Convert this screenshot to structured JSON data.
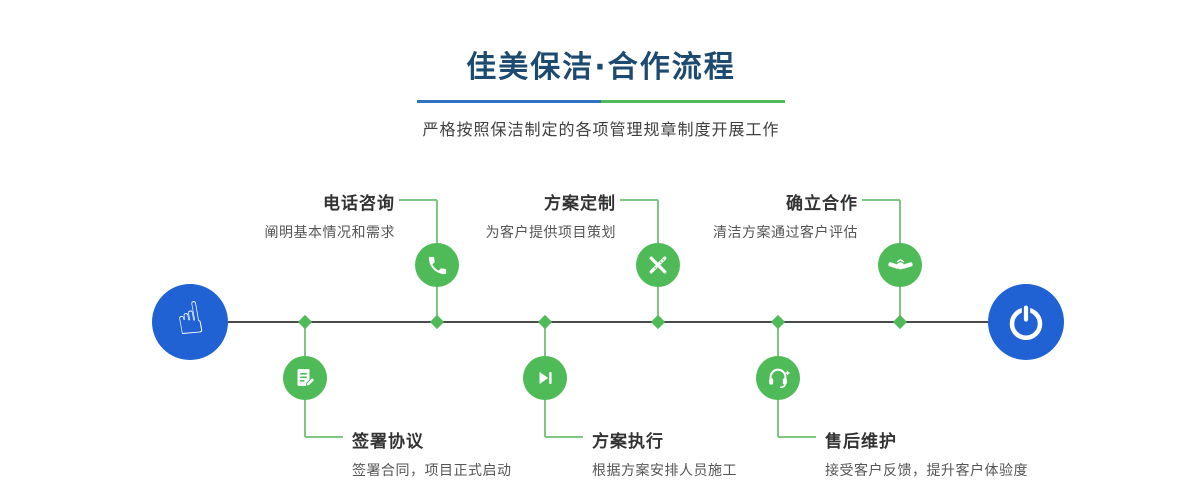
{
  "header": {
    "title": "佳美保洁·合作流程",
    "subtitle": "严格按照保洁制定的各项管理规章制度开展工作"
  },
  "colors": {
    "title": "#1c4a70",
    "subtitle_text": "#3f3f3f",
    "green": "#4fbb58",
    "blue": "#2062d4",
    "connector": "#7dc782",
    "line": "#4a4a4a",
    "divider_blue": "#3072c6",
    "divider_green": "#52b95a",
    "step_title": "#333333",
    "step_desc": "#555555"
  },
  "icons": {
    "hand_pointer": "☝",
    "power": "power-symbol-circle-with-bar",
    "phone": "phone-handset",
    "design": "crossed-pen-and-ruler",
    "handshake": "handshake",
    "contract": "document-with-pen",
    "play": "play-triangle-with-bar",
    "headset": "headset-with-plus"
  },
  "timeline": {
    "steps_top": [
      {
        "title": "电话咨询",
        "desc": "阐明基本情况和需求",
        "icon": "phone-icon"
      },
      {
        "title": "方案定制",
        "desc": "为客户提供项目策划",
        "icon": "design-icon"
      },
      {
        "title": "确立合作",
        "desc": "清洁方案通过客户评估",
        "icon": "handshake-icon"
      }
    ],
    "steps_bottom": [
      {
        "title": "签署协议",
        "desc": "签署合同，项目正式启动",
        "icon": "contract-icon"
      },
      {
        "title": "方案执行",
        "desc": "根据方案安排人员施工",
        "icon": "play-icon"
      },
      {
        "title": "售后维护",
        "desc": "接受客户反馈，提升客户体验度",
        "icon": "headset-icon"
      }
    ]
  }
}
